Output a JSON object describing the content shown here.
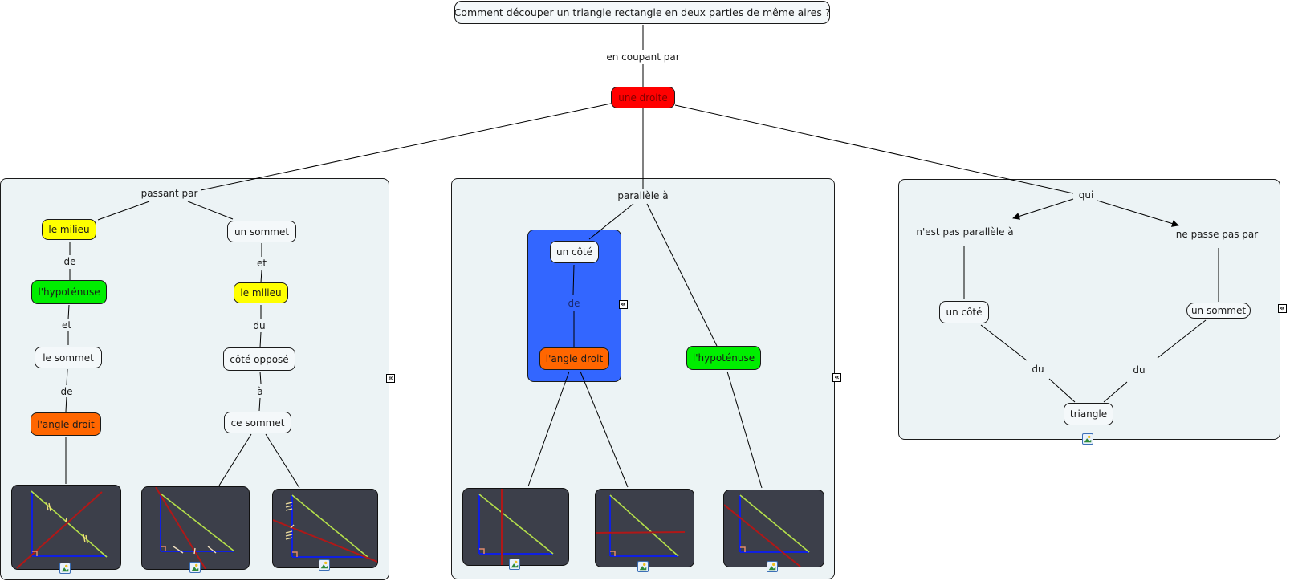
{
  "root": {
    "question": "Comment découper un triangle rectangle en deux parties de même aires ?"
  },
  "links": {
    "en_coupant_par": "en coupant par",
    "passant_par": "passant par",
    "parallele_a": "parallèle à",
    "qui": "qui",
    "de_1": "de",
    "et_1": "et",
    "de_2": "de",
    "et_2": "et",
    "du_1": "du",
    "a_1": "à",
    "de_3": "de",
    "nest_pas_parallele": "n'est pas parallèle à",
    "ne_passe_pas_par": "ne passe pas par",
    "du_2": "du",
    "du_3": "du"
  },
  "concepts": {
    "une_droite": "une droite",
    "p1_le_milieu": "le milieu",
    "p1_hypotenuse": "l'hypoténuse",
    "p1_le_sommet": "le sommet",
    "p1_angle_droit": "l'angle droit",
    "p1_un_sommet": "un sommet",
    "p1_le_milieu_2": "le milieu",
    "p1_cote_oppose": "côté opposé",
    "p1_ce_sommet": "ce sommet",
    "p2_un_cote": "un côté",
    "p2_angle_droit": "l'angle droit",
    "p2_hypotenuse": "l'hypoténuse",
    "p3_un_cote": "un côté",
    "p3_un_sommet": "un sommet",
    "p3_triangle": "triangle"
  },
  "colors": {
    "red": "#ff0000",
    "red_text": "#800000",
    "yellow": "#ffff00",
    "green": "#00ee00",
    "orange": "#ff6600",
    "blue_group": "#3366ff",
    "panel_bg": "#ecf3f5",
    "node_bg": "#f4f8fa"
  },
  "icons": {
    "image_resource": "image-icon",
    "collapse": "collapse-icon"
  },
  "collapse_glyph": "«"
}
